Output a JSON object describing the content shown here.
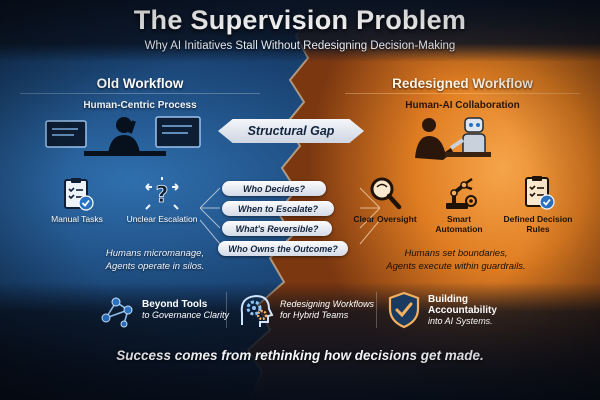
{
  "header": {
    "title": "The Supervision Problem",
    "subtitle": "Why AI Initiatives Stall Without Redesigning Decision-Making"
  },
  "old_workflow": {
    "heading": "Old Workflow",
    "subheading": "Human-Centric Process",
    "items": [
      {
        "label": "Manual Tasks",
        "icon": "checklist-icon"
      },
      {
        "label": "Unclear Escalation",
        "icon": "question-arrows-icon"
      }
    ],
    "note_line1": "Humans micromanage,",
    "note_line2": "Agents operate in silos."
  },
  "gap": {
    "label": "Structural Gap"
  },
  "questions": [
    "Who Decides?",
    "When to Escalate?",
    "What's Reversible?",
    "Who Owns the Outcome?"
  ],
  "redesigned_workflow": {
    "heading": "Redesigned Workflow",
    "subheading": "Human-AI Collaboration",
    "items": [
      {
        "label": "Clear Oversight",
        "icon": "magnifier-icon"
      },
      {
        "label": "Smart Automation",
        "icon": "robot-arm-icon"
      },
      {
        "label_line1": "Defined Decision",
        "label_line2": "Rules",
        "icon": "checklist-icon"
      }
    ],
    "note_line1": "Humans set boundaries,",
    "note_line2": "Agents execute within guardrails."
  },
  "benefits": [
    {
      "line1": "Beyond Tools",
      "line2": "to Governance Clarity",
      "icon": "network-icon"
    },
    {
      "line1": "Redesigning Workflows",
      "line2": "for Hybrid Teams",
      "icon": "gears-head-icon"
    },
    {
      "line1": "Building",
      "line2": "Accountability",
      "line3": "into AI Systems.",
      "icon": "shield-check-icon"
    }
  ],
  "tagline": "Success comes from rethinking how decisions get made.",
  "colors": {
    "blue_side": "#1b4677",
    "orange_side": "#e07d22",
    "badge_blue": "#2a73c4"
  }
}
